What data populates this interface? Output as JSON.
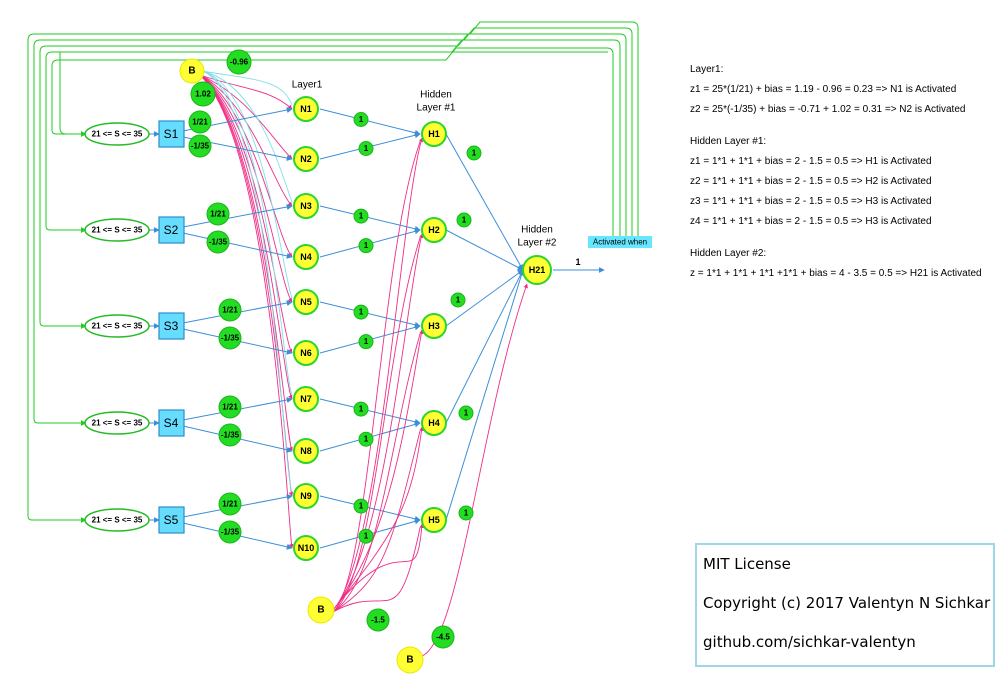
{
  "diagram": {
    "layer_labels": {
      "layer1": "Layer1",
      "hidden1": [
        "Hidden",
        "Layer #1"
      ],
      "hidden2": [
        "Hidden",
        "Layer #2"
      ]
    },
    "bias_label": "B",
    "bias_top_weights": [
      "-0.96",
      "1.02"
    ],
    "bias_bottom_weight_1": "-1.5",
    "bias_bottom_weight_2": "-4.5",
    "inputs": [
      {
        "name": "S1",
        "cond": "21 <= S <= 35",
        "w1": "1/21",
        "w2": "-1/35"
      },
      {
        "name": "S2",
        "cond": "21 <= S <= 35",
        "w1": "1/21",
        "w2": "-1/35"
      },
      {
        "name": "S3",
        "cond": "21 <= S <= 35",
        "w1": "1/21",
        "w2": "-1/35"
      },
      {
        "name": "S4",
        "cond": "21 <= S <= 35",
        "w1": "1/21",
        "w2": "-1/35"
      },
      {
        "name": "S5",
        "cond": "21 <= S <= 35",
        "w1": "1/21",
        "w2": "-1/35"
      }
    ],
    "layer1_nodes": [
      "N1",
      "N2",
      "N3",
      "N4",
      "N5",
      "N6",
      "N7",
      "N8",
      "N9",
      "N10"
    ],
    "layer1_to_hidden1_weight": "1",
    "hidden1_nodes": [
      "H1",
      "H2",
      "H3",
      "H4",
      "H5"
    ],
    "hidden1_to_hidden2_weight": "1",
    "output_node": "H21",
    "output_weight": "1",
    "activated_label": "Activated when",
    "colors": {
      "node_fill": "#ffff33",
      "badge": "#22dd22",
      "input_box": "#66ddff",
      "bias_link": "#ee2f86",
      "weight_link": "#3b8fd9",
      "feedback_link": "#22cc22",
      "highlight": "#66e6ff"
    }
  },
  "explanation": {
    "layer1_title": "Layer1:",
    "layer1_lines": [
      "z1 = 25*(1/21) + bias = 1.19 - 0.96 = 0.23 => N1 is Activated",
      "z2 = 25*(-1/35) + bias = -0.71 + 1.02 = 0.31 => N2 is Activated"
    ],
    "hidden1_title": "Hidden Layer #1:",
    "hidden1_lines": [
      "z1 = 1*1 + 1*1 + bias = 2 - 1.5 = 0.5 => H1 is Activated",
      "z2 = 1*1 + 1*1 + bias = 2 - 1.5 = 0.5 => H2 is Activated",
      "z3 = 1*1 + 1*1 + bias = 2 - 1.5 = 0.5 => H3 is Activated",
      "z4 = 1*1 + 1*1 + bias = 2 - 1.5 = 0.5 => H3 is Activated"
    ],
    "hidden2_title": "Hidden Layer #2:",
    "hidden2_line": "z = 1*1 + 1*1 + 1*1 +1*1 + bias = 4 - 3.5 = 0.5 => H21 is Activated"
  },
  "license": {
    "title": "MIT License",
    "copyright": "Copyright (c) 2017 Valentyn N Sichkar",
    "link": "github.com/sichkar-valentyn"
  }
}
